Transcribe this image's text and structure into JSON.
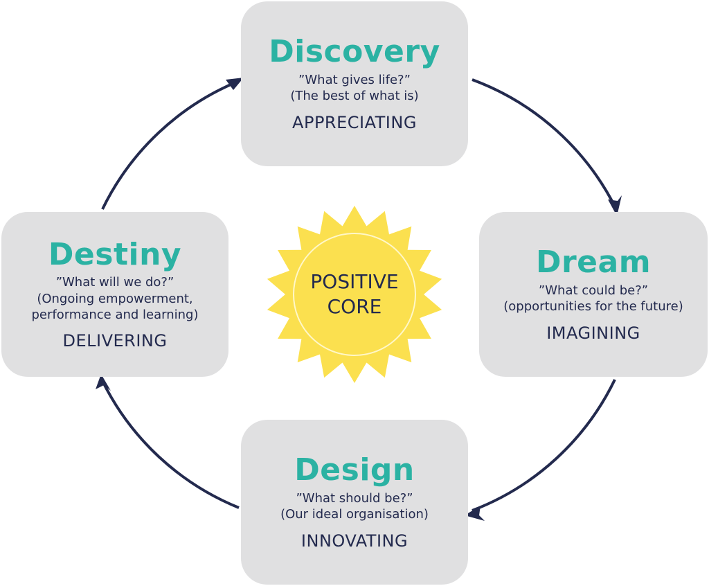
{
  "center": {
    "label": "POSITIVE\nCORE",
    "sun_color": "#fbe04f",
    "ring_color": "#fff7c8"
  },
  "colors": {
    "box_fill": "#e0e0e1",
    "title": "#2bb2a3",
    "text": "#232a4e",
    "arrow": "#232a4e"
  },
  "stages": {
    "discovery": {
      "title": "Discovery",
      "question": "”What gives life?”",
      "detail": "(The best of what is)",
      "verb": "APPRECIATING"
    },
    "dream": {
      "title": "Dream",
      "question": "”What could be?”",
      "detail": "(opportunities for the future)",
      "verb": "IMAGINING"
    },
    "design": {
      "title": "Design",
      "question": "”What should be?”",
      "detail": "(Our ideal organisation)",
      "verb": "INNOVATING"
    },
    "destiny": {
      "title": "Destiny",
      "question": "”What will we do?”",
      "detail": "(Ongoing empowerment,",
      "detail2": "performance and learning)",
      "verb": "DELIVERING"
    }
  }
}
